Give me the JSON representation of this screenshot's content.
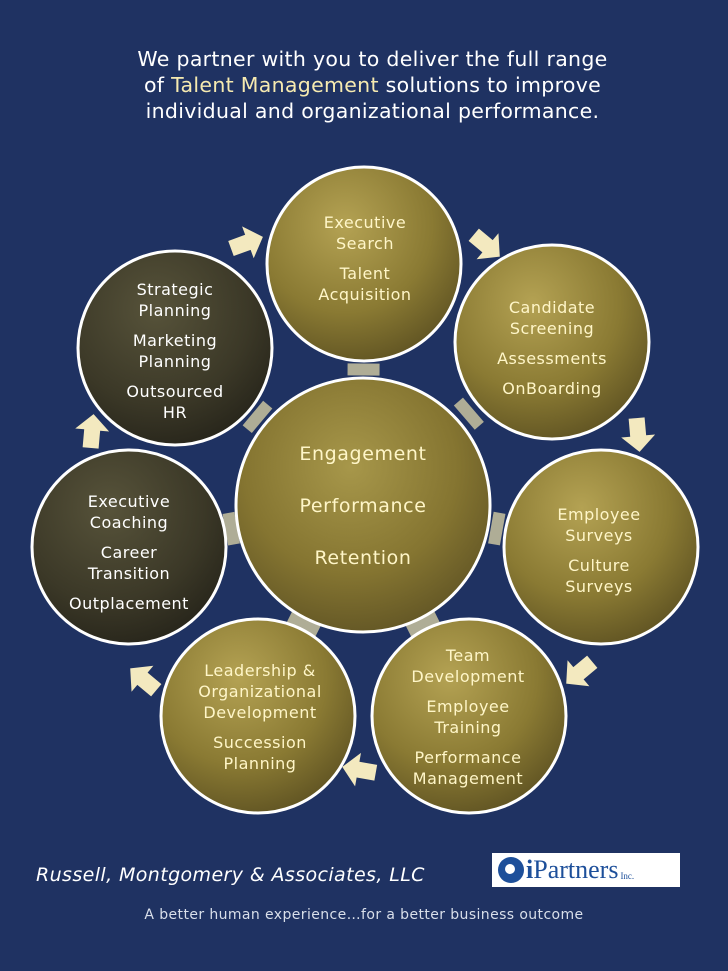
{
  "intro": {
    "line1": "We partner with you to deliver the full range",
    "line2_pre": "of ",
    "line2_highlight": "Talent Management",
    "line2_post": " solutions to improve",
    "line3": "individual and organizational performance."
  },
  "center": {
    "items": [
      "Engagement",
      "Performance",
      "Retention"
    ]
  },
  "nodes": [
    {
      "lines": [
        "Executive\nSearch",
        "Talent\nAcquisition"
      ]
    },
    {
      "lines": [
        "Candidate\nScreening",
        "Assessments",
        "OnBoarding"
      ]
    },
    {
      "lines": [
        "Employee\nSurveys",
        "Culture\nSurveys"
      ]
    },
    {
      "lines": [
        "Team\nDevelopment",
        "Employee\nTraining",
        "Performance\nManagement"
      ]
    },
    {
      "lines": [
        "Leadership &\nOrganizational\nDevelopment",
        "Succession\nPlanning"
      ]
    },
    {
      "lines": [
        "Executive\nCoaching",
        "Career\nTransition",
        "Outplacement"
      ]
    },
    {
      "lines": [
        "Strategic\nPlanning",
        "Marketing\nPlanning",
        "Outsourced\nHR"
      ]
    }
  ],
  "footer": {
    "company": "Russell, Montgomery & Associates, LLC",
    "logo_text": "Partners",
    "logo_i": "i",
    "logo_inc": "Inc.",
    "tagline": "A better human experience…for a better business outcome"
  },
  "colors": {
    "background": "#1f3262",
    "gold_circle": "#8a7a33",
    "dark_circle": "#3b3827",
    "arrow": "#f3e9bf",
    "connector": "#c9c3a0"
  }
}
